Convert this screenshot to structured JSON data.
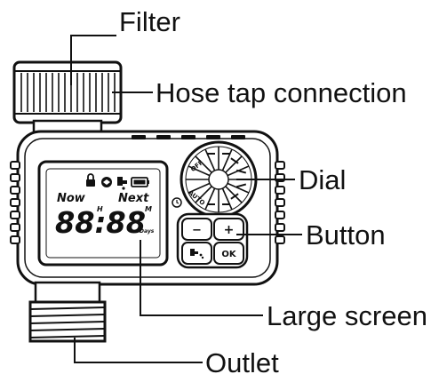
{
  "labels": {
    "filter": "Filter",
    "hose_tap_connection": "Hose tap connection",
    "dial": "Dial",
    "button": "Button",
    "large_screen": "Large screen",
    "outlet": "Outlet"
  },
  "screen": {
    "now": "Now",
    "next": "Next",
    "digits": "88:88",
    "hour_mark": "H",
    "minute_mark": "M",
    "days": "Days"
  },
  "dial": {
    "off": "OFF",
    "auto": "AUTO"
  },
  "buttons": {
    "minus": "−",
    "plus": "+",
    "ok": "OK"
  },
  "icon_names": [
    "lock-icon",
    "rain-delay-icon",
    "tap-icon",
    "battery-icon",
    "timer-icon",
    "manual-water-icon"
  ]
}
